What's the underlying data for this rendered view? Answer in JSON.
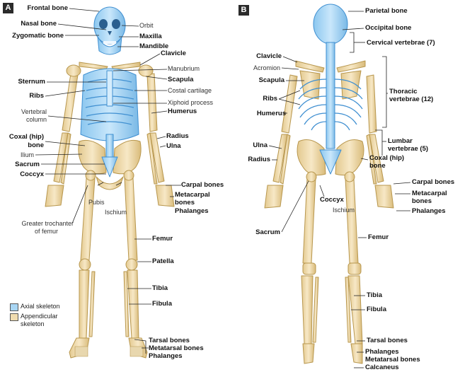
{
  "panels": {
    "a": "A",
    "b": "B"
  },
  "legend": {
    "axial": "Axial skeleton",
    "appendicular": "Appendicular skeleton"
  },
  "colors": {
    "axial": "#a9d6f4",
    "axial_line": "#3f8fd1",
    "appendicular": "#f0dcb0",
    "appendicular_line": "#b8974e"
  },
  "labels_a": {
    "frontal": "Frontal bone",
    "nasal": "Nasal bone",
    "orbit": "Orbit",
    "zygomatic": "Zygomatic bone",
    "maxilla": "Maxilla",
    "mandible": "Mandible",
    "clavicle": "Clavicle",
    "manubrium": "Manubrium",
    "sternum": "Sternum",
    "scapula": "Scapula",
    "ribs": "Ribs",
    "costal": "Costal cartilage",
    "xiphoid": "Xiphoid process",
    "humerus": "Humerus",
    "vertebral1": "Vertebral",
    "vertebral2": "column",
    "radius": "Radius",
    "ulna": "Ulna",
    "coxal1": "Coxal (hip)",
    "coxal2": "bone",
    "ilium": "Ilium",
    "sacrum": "Sacrum",
    "coccyx": "Coccyx",
    "carpal": "Carpal bones",
    "metacarpal1": "Metacarpal",
    "metacarpal2": "bones",
    "phalanges": "Phalanges",
    "pubis": "Pubis",
    "ischium": "Ischium",
    "greater1": "Greater trochanter",
    "greater2": "of femur",
    "femur": "Femur",
    "patella": "Patella",
    "tibia": "Tibia",
    "fibula": "Fibula",
    "tarsal": "Tarsal bones",
    "metatarsal": "Metatarsal bones",
    "phalanges_foot": "Phalanges"
  },
  "labels_b": {
    "parietal": "Parietal bone",
    "occipital": "Occipital bone",
    "cervical": "Cervical vertebrae (7)",
    "clavicle": "Clavicle",
    "acromion": "Acromion",
    "scapula": "Scapula",
    "thoracic1": "Thoracic",
    "thoracic2": "vertebrae (12)",
    "ribs": "Ribs",
    "humerus": "Humerus",
    "lumbar1": "Lumbar",
    "lumbar2": "vertebrae (5)",
    "ulna": "Ulna",
    "coxal1": "Coxal (hip)",
    "coxal2": "bone",
    "radius": "Radius",
    "carpal": "Carpal bones",
    "metacarpal1": "Metacarpal",
    "metacarpal2": "bones",
    "coccyx": "Coccyx",
    "ischium": "Ischium",
    "phalanges": "Phalanges",
    "sacrum": "Sacrum",
    "femur": "Femur",
    "tibia": "Tibia",
    "fibula": "Fibula",
    "tarsal": "Tarsal bones",
    "phalanges_foot": "Phalanges",
    "metatarsal": "Metatarsal bones",
    "calcaneus": "Calcaneus"
  }
}
